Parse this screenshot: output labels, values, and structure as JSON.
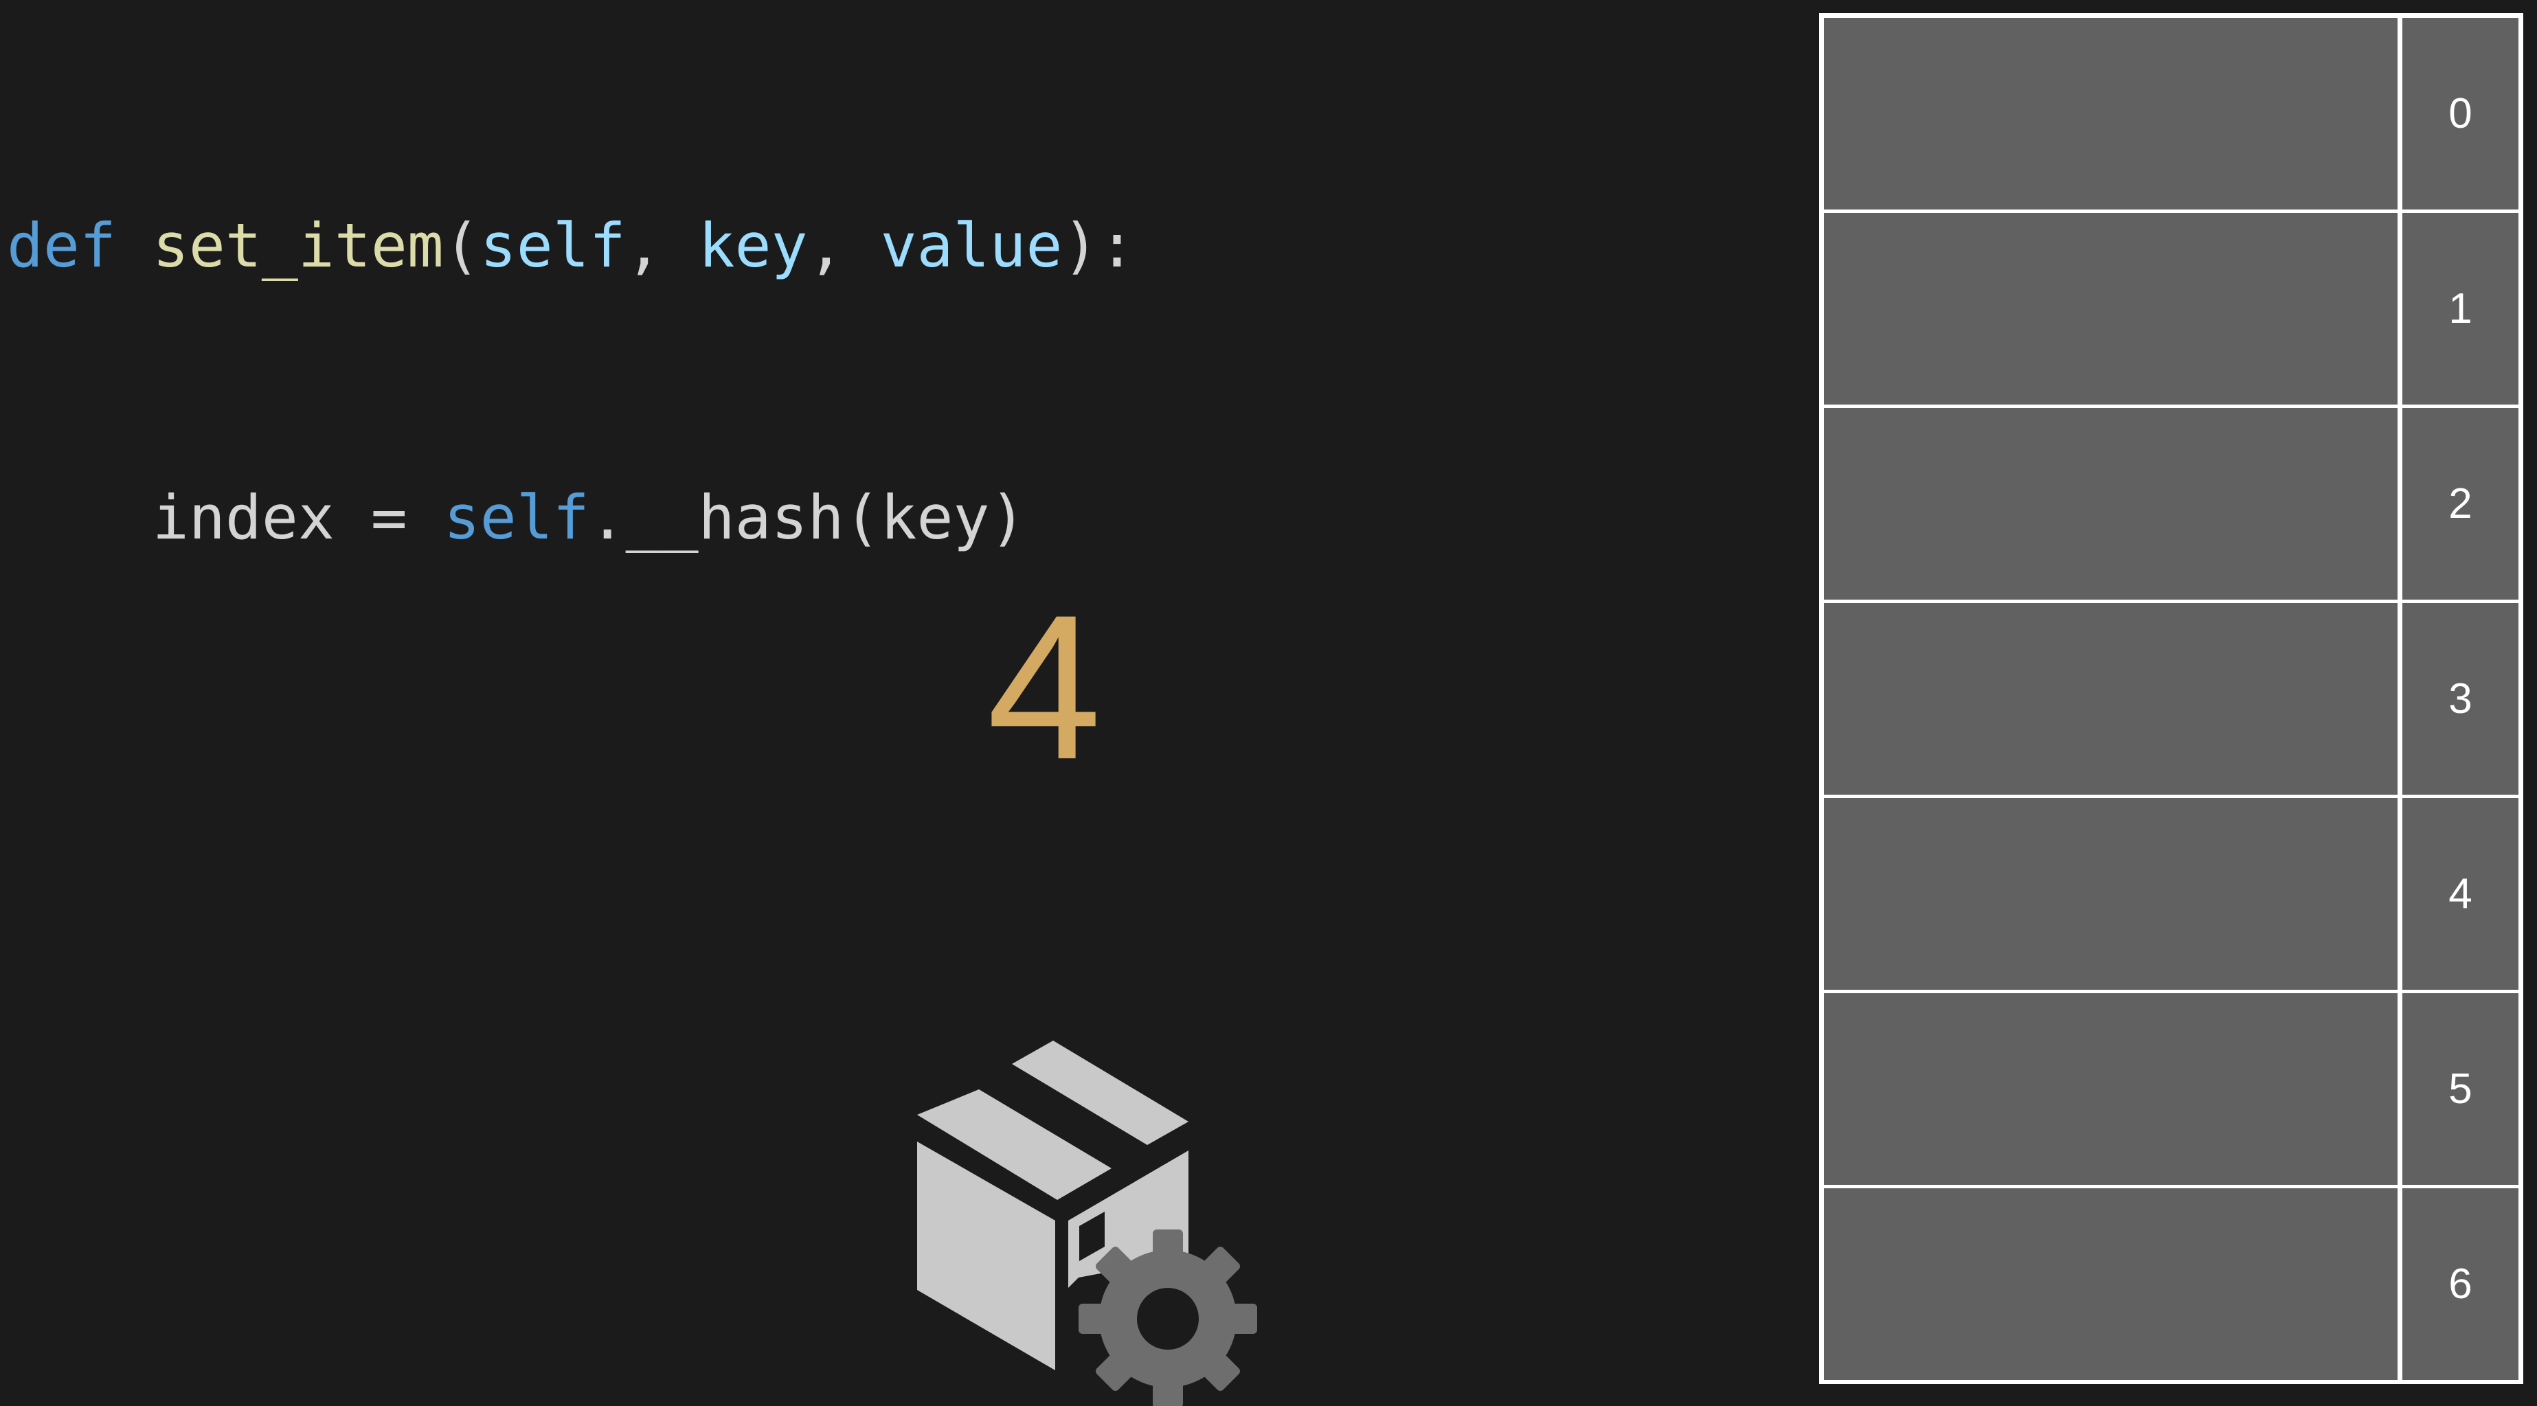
{
  "code": {
    "line1": {
      "kw_def": "def",
      "func_name": "set_item",
      "open_paren": "(",
      "self_param": "self",
      "comma1": ", ",
      "key_param": "key",
      "comma2": ", ",
      "value_param": "value",
      "close": "):"
    },
    "line2": {
      "indent": "    ",
      "lhs": "index = ",
      "self_ref": "self",
      "call": ".__hash(key)"
    }
  },
  "hash_result": "4",
  "hash_function_icon": "box-with-gear-icon",
  "table": {
    "indices": [
      "0",
      "1",
      "2",
      "3",
      "4",
      "5",
      "6"
    ],
    "values": [
      "",
      "",
      "",
      "",
      "",
      "",
      ""
    ]
  },
  "colors": {
    "background": "#1b1b1c",
    "keyword": "#569cd6",
    "function": "#dcdcaa",
    "parameter": "#9cdcfe",
    "result": "#d4aa62",
    "cell": "#616161",
    "grid": "#ffffff"
  }
}
